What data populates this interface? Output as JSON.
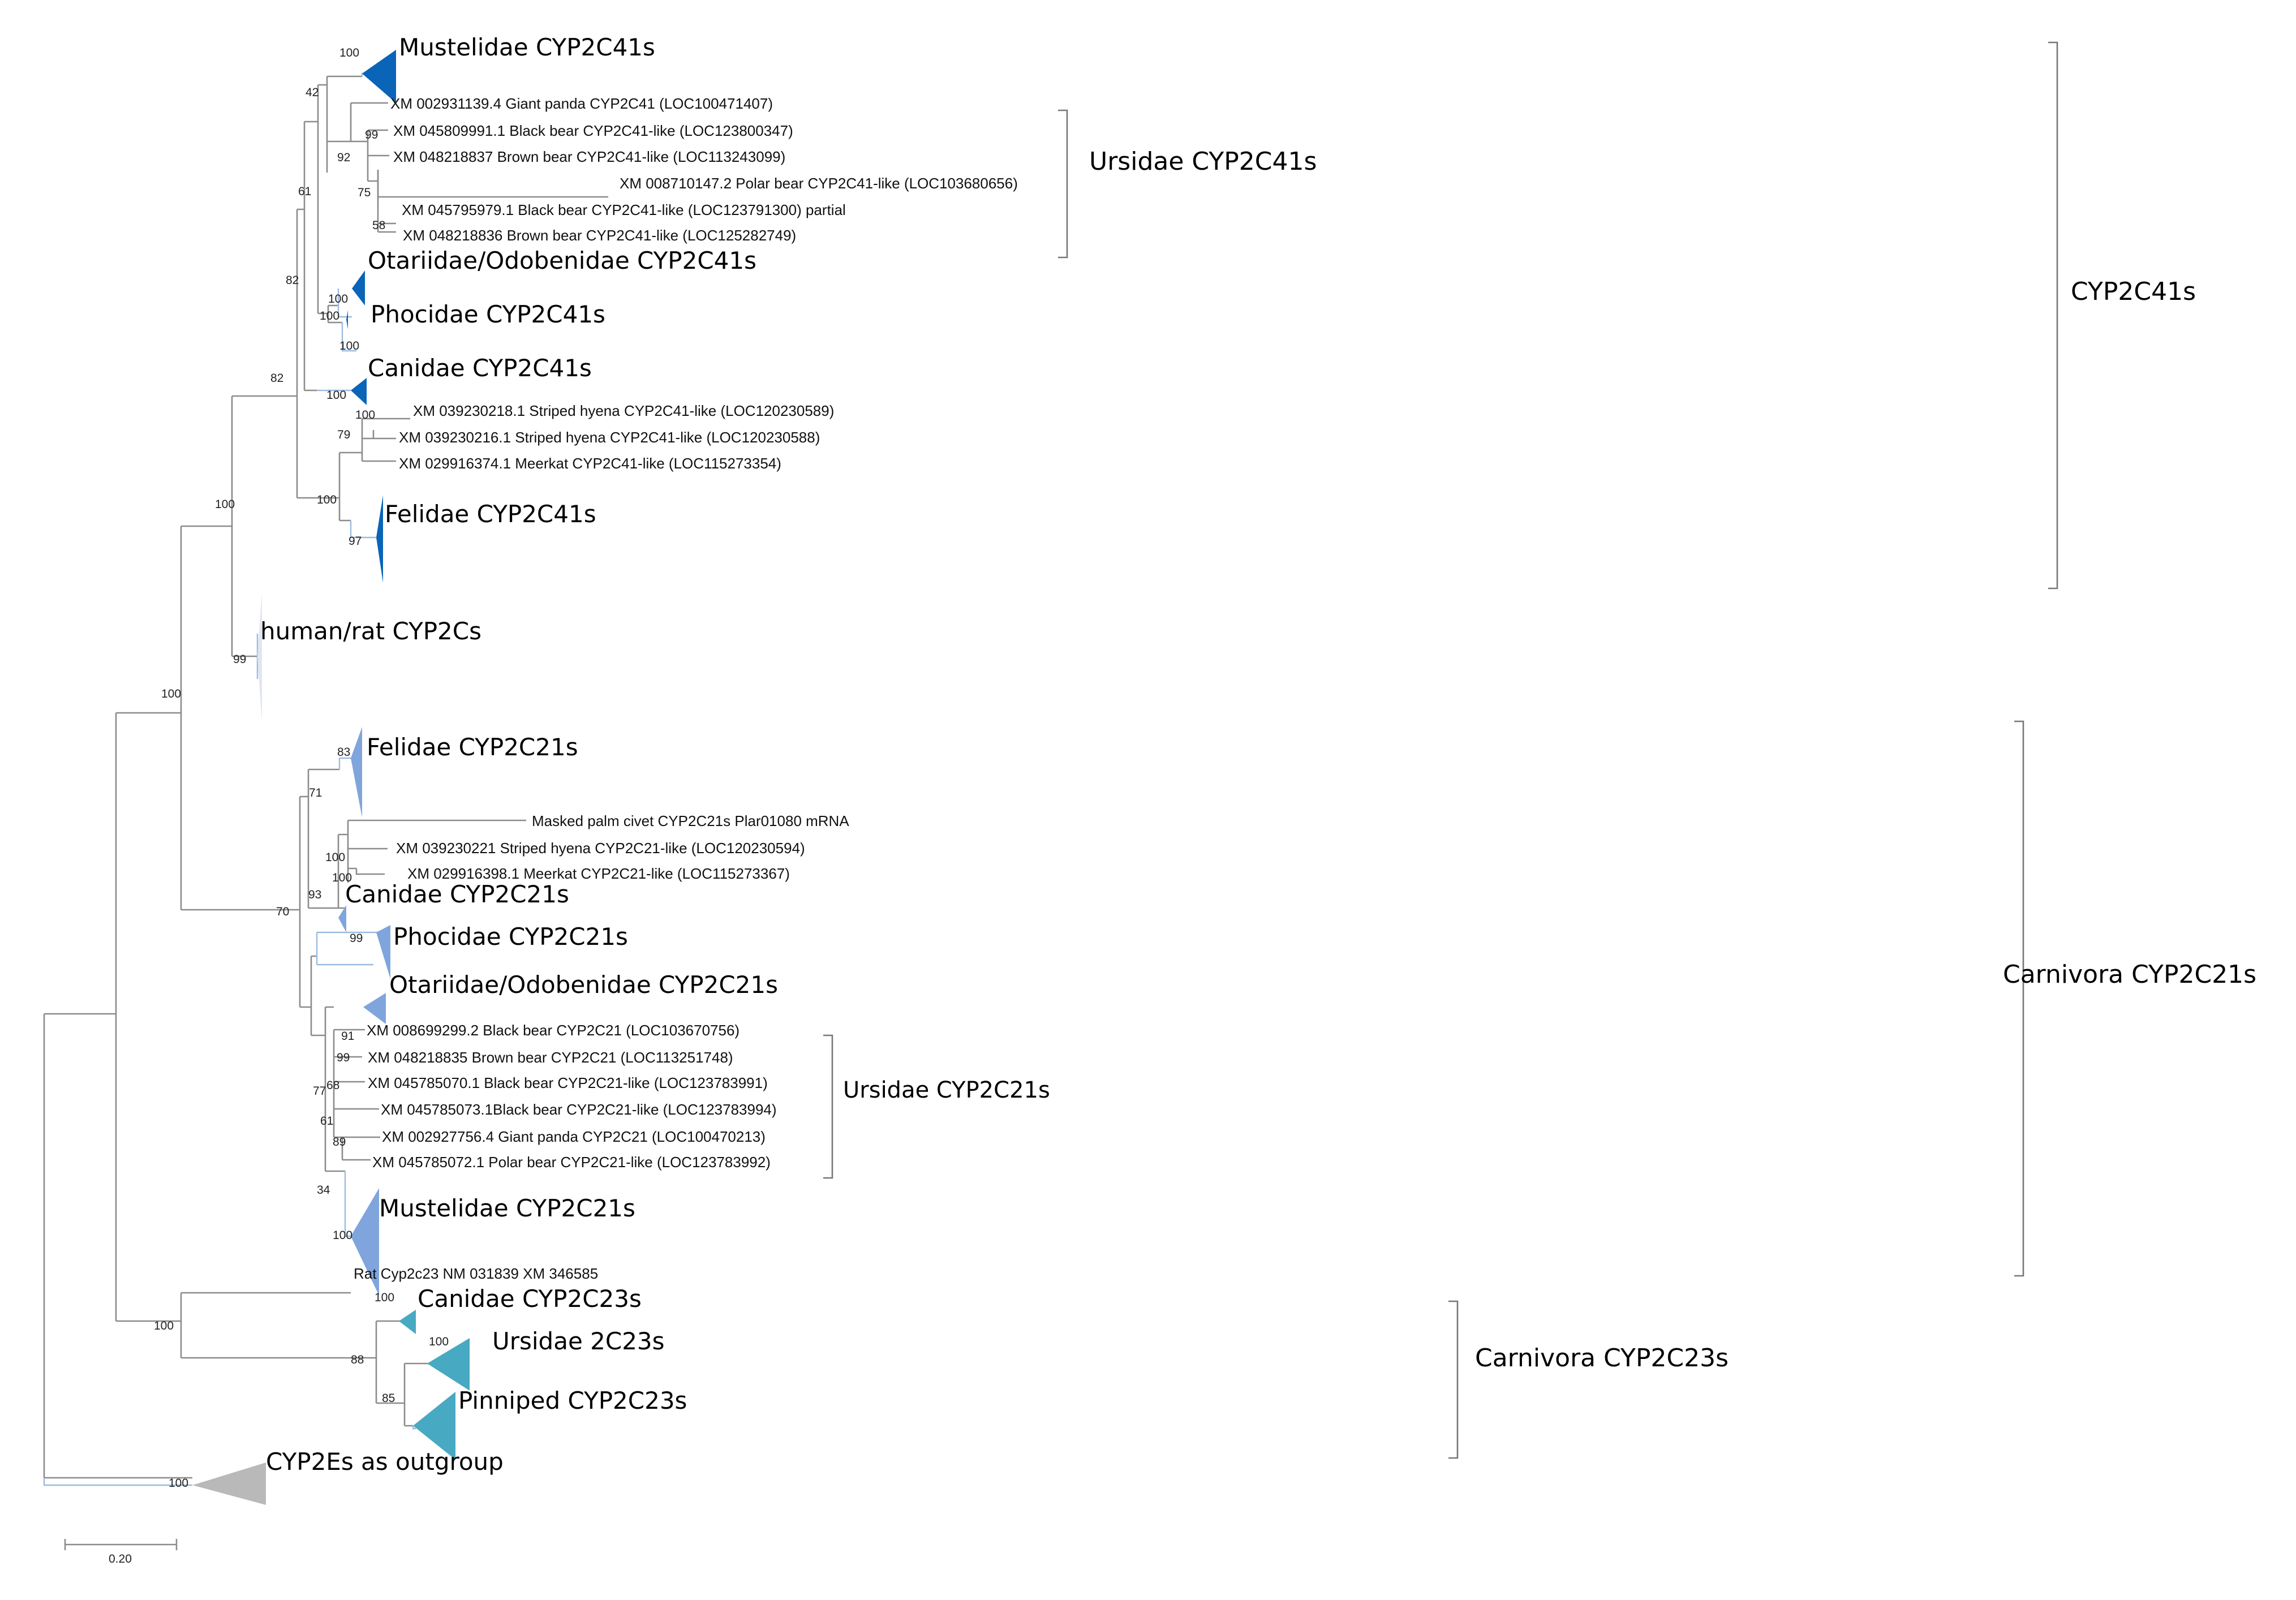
{
  "colors": {
    "dark_blue": "#0a64b8",
    "light_blue": "#7fa5dc",
    "pale_blue": "#dfe6f3",
    "teal": "#48a9c2",
    "gray": "#b9b9b9"
  },
  "collapsed_clades": [
    {
      "label": "Mustelidae CYP2C41s",
      "color": "dark_blue"
    },
    {
      "label": "Otariidae/Odobenidae CYP2C41s",
      "color": "dark_blue"
    },
    {
      "label": "Phocidae CYP2C41s",
      "color": "dark_blue"
    },
    {
      "label": "Canidae CYP2C41s",
      "color": "dark_blue"
    },
    {
      "label": "Felidae CYP2C41s",
      "color": "dark_blue"
    },
    {
      "label": "human/rat CYP2Cs",
      "color": "pale_blue"
    },
    {
      "label": "Felidae CYP2C21s",
      "color": "light_blue"
    },
    {
      "label": "Canidae CYP2C21s",
      "color": "light_blue"
    },
    {
      "label": "Phocidae CYP2C21s",
      "color": "light_blue"
    },
    {
      "label": "Otariidae/Odobenidae CYP2C21s",
      "color": "light_blue"
    },
    {
      "label": "Mustelidae CYP2C21s",
      "color": "light_blue"
    },
    {
      "label": "Canidae CYP2C23s",
      "color": "teal"
    },
    {
      "label": "Ursidae 2C23s",
      "color": "teal"
    },
    {
      "label": "Pinniped CYP2C23s",
      "color": "teal"
    },
    {
      "label": "CYP2Es as outgroup",
      "color": "gray"
    }
  ],
  "leaves": [
    "XM 002931139.4 Giant panda CYP2C41 (LOC100471407)",
    "XM 045809991.1 Black bear CYP2C41-like (LOC123800347)",
    "XM 048218837 Brown bear CYP2C41-like (LOC113243099)",
    "XM 008710147.2 Polar bear CYP2C41-like (LOC103680656)",
    "XM 045795979.1 Black bear CYP2C41-like (LOC123791300) partial",
    "XM 048218836 Brown bear CYP2C41-like (LOC125282749)",
    "XM 039230218.1 Striped hyena CYP2C41-like (LOC120230589)",
    "XM 039230216.1 Striped hyena CYP2C41-like (LOC120230588)",
    "XM 029916374.1 Meerkat CYP2C41-like (LOC115273354)",
    "Masked palm civet CYP2C21s Plar01080 mRNA",
    "XM 039230221 Striped hyena CYP2C21-like (LOC120230594)",
    "XM 029916398.1 Meerkat CYP2C21-like (LOC115273367)",
    "XM 008699299.2 Black bear CYP2C21 (LOC103670756)",
    "XM 048218835 Brown bear CYP2C21 (LOC113251748)",
    "XM 045785070.1 Black bear CYP2C21-like (LOC123783991)",
    "XM 045785073.1Black bear CYP2C21-like (LOC123783994)",
    "XM 002927756.4 Giant panda CYP2C21 (LOC100470213)",
    "XM 045785072.1 Polar bear CYP2C21-like (LOC123783992)",
    "Rat Cyp2c23 NM 031839 XM 346585"
  ],
  "bootstrap": [
    "100",
    "42",
    "99",
    "92",
    "75",
    "58",
    "61",
    "82",
    "100",
    "100",
    "100",
    "100",
    "79",
    "100",
    "100",
    "97",
    "82",
    "100",
    "99",
    "100",
    "83",
    "71",
    "100",
    "100",
    "93",
    "70",
    "99",
    "91",
    "99",
    "68",
    "77",
    "61",
    "89",
    "34",
    "100",
    "100",
    "100",
    "100",
    "88",
    "85",
    "100",
    "100"
  ],
  "groups": [
    "Ursidae CYP2C41s",
    "CYP2C41s",
    "Carnivora CYP2C21s",
    "Ursidae CYP2C21s",
    "Carnivora CYP2C23s"
  ],
  "scale": {
    "value": 0.2,
    "label": "0.20"
  }
}
